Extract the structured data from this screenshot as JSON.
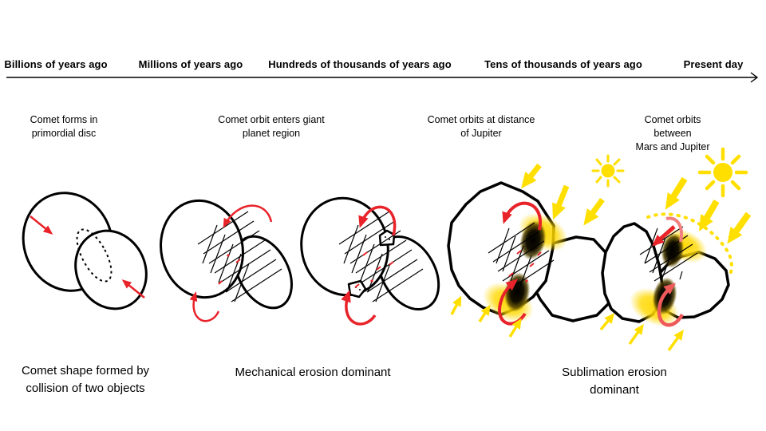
{
  "timeline": {
    "labels": [
      "Billions of years ago",
      "Millions of years ago",
      "Hundreds of thousands of years ago",
      "Tens of thousands of years ago",
      "Present day"
    ]
  },
  "stages": [
    {
      "caption": "Comet forms in\nprimordial disc"
    },
    {
      "caption": "Comet orbit enters giant\nplanet region"
    },
    {
      "caption": "Comet orbits at distance\nof Jupiter"
    },
    {
      "caption": "Comet orbits between\nMars and Jupiter"
    }
  ],
  "phases": [
    {
      "label": "Comet shape formed by\ncollision of two objects"
    },
    {
      "label": "Mechanical erosion dominant"
    },
    {
      "label": "Sublimation erosion dominant"
    }
  ],
  "icons": {
    "sun_small": "sun-icon",
    "sun_large": "sun-icon",
    "timeline_arrow": "arrow-right-icon",
    "sunlight_arrow": "sunlight-arrow-icon",
    "orbit_arrow": "orbit-rotation-arrow-icon",
    "collision_arrow": "collision-arrow-icon"
  },
  "colors": {
    "background": "#ffffff",
    "outline": "#000000",
    "accent_red": "#e8232a",
    "accent_salmon": "#ee5a5a",
    "accent_yellow": "#ffdf00"
  }
}
